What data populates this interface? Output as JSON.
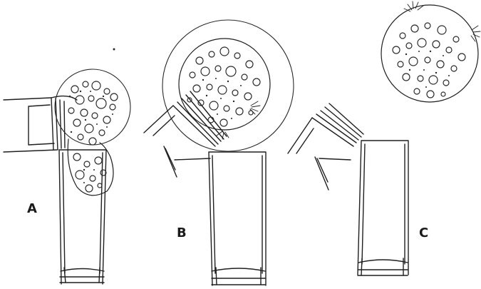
{
  "figure": {
    "panels": [
      {
        "id": "A",
        "label": "A"
      },
      {
        "id": "B",
        "label": "B"
      },
      {
        "id": "C",
        "label": "C"
      }
    ],
    "colors": {
      "ink": "#1f1f1f",
      "background": "#ffffff"
    }
  }
}
